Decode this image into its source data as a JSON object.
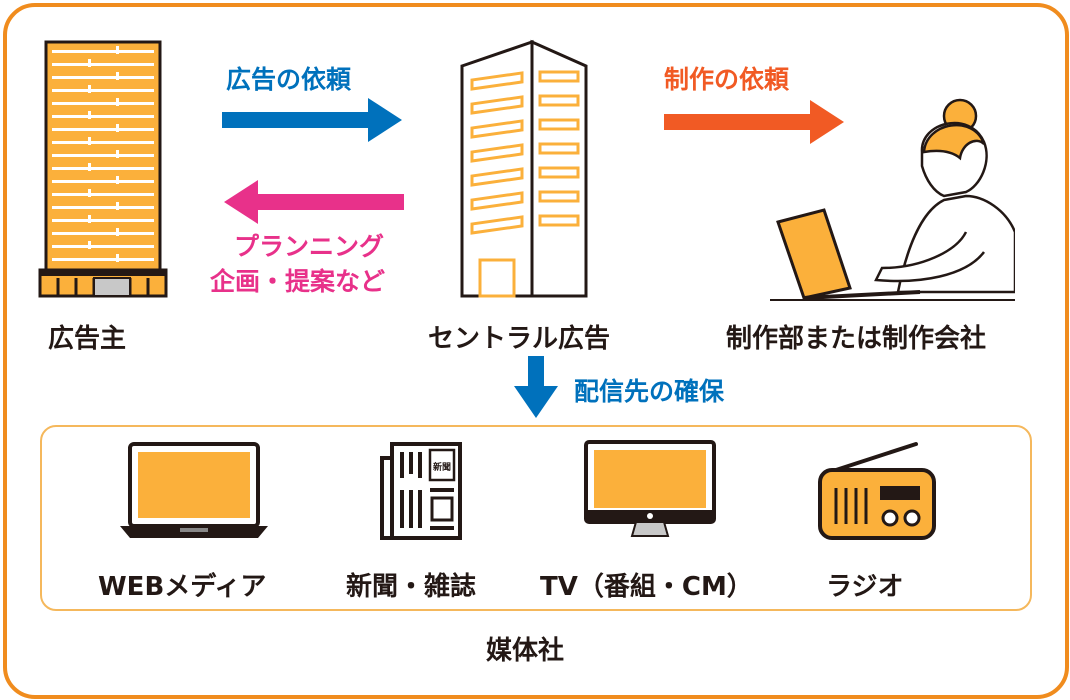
{
  "nodes": {
    "advertiser": "広告主",
    "agency": "セントラル広告",
    "producer": "制作部または制作会社"
  },
  "arrows": {
    "ad_request": "広告の依頼",
    "production_request": "制作の依頼",
    "planning_line1": "プランニング",
    "planning_line2": "企画・提案など",
    "secure_media": "配信先の確保"
  },
  "media": {
    "items": [
      "WEBメディア",
      "新聞・雑誌",
      "TV（番組・CM）",
      "ラジオ"
    ],
    "group_label": "媒体社",
    "newspaper_mark": "新聞"
  },
  "colors": {
    "frame": "#f08c1e",
    "building_fill": "#fbb03b",
    "blue": "#0071bc",
    "orange": "#f15a24",
    "pink": "#e8318a",
    "dark": "#231815"
  }
}
